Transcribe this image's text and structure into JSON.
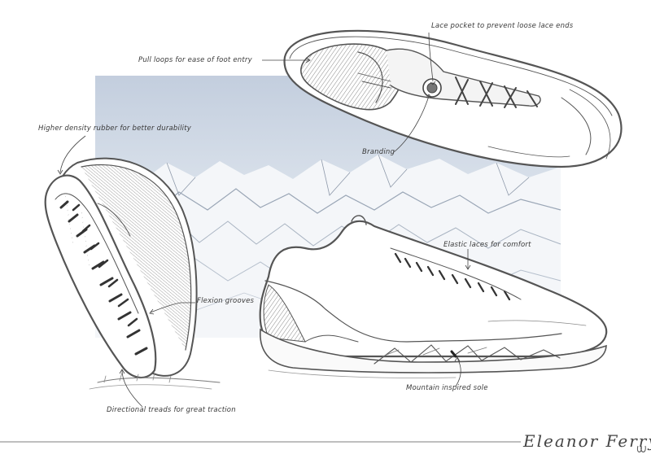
{
  "annotations": {
    "lace_pocket": "Lace pocket to prevent loose lace ends",
    "pull_loops": "Pull loops for ease of foot entry",
    "branding": "Branding",
    "higher_density": "Higher density rubber for better durability",
    "elastic_laces": "Elastic laces for comfort",
    "flexion_grooves": "Flexion grooves",
    "mountain_sole": "Mountain inspired sole",
    "directional_treads": "Directional treads for great traction"
  },
  "signature": "Eleanor Ferry",
  "colors": {
    "ink": "#555555",
    "sky_top": "#c3cede",
    "sky_bottom": "#e9eef4",
    "mountain": "#f4f6f9",
    "mountain_shadow": "#9aa6b6"
  }
}
